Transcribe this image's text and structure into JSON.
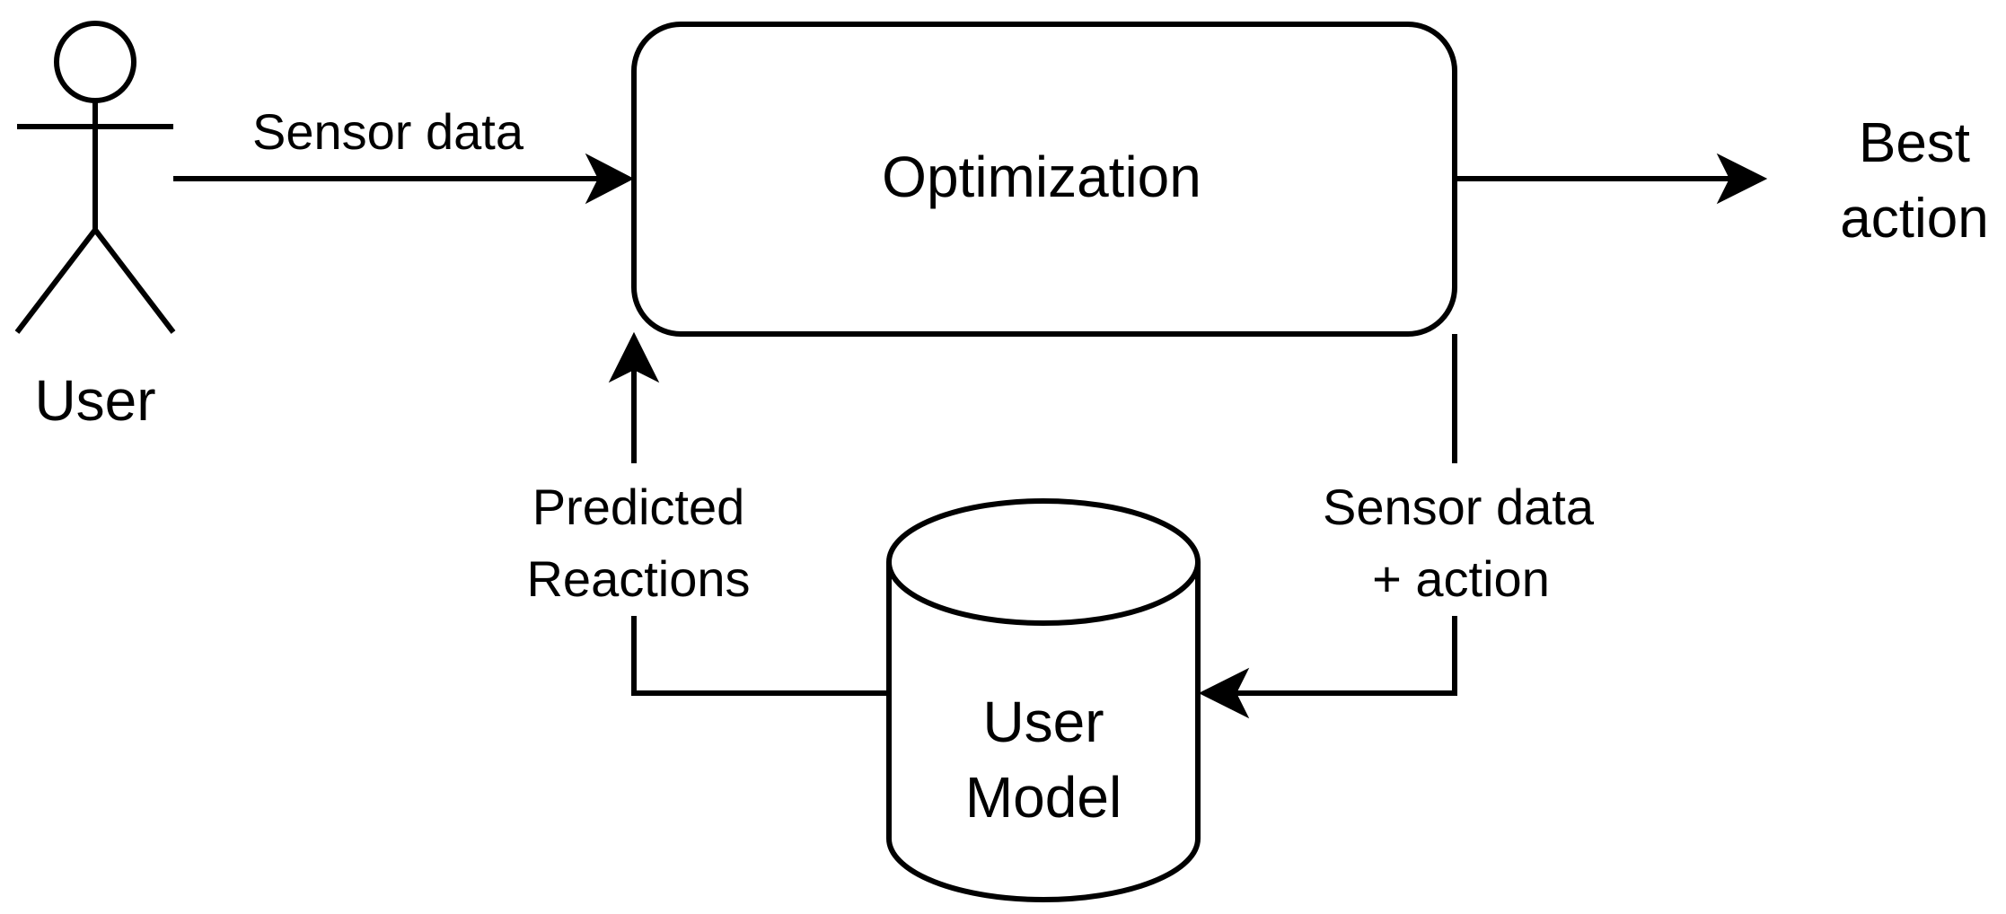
{
  "diagram": {
    "actor": {
      "label": "User"
    },
    "optimization": {
      "label": "Optimization"
    },
    "output": {
      "line1": "Best",
      "line2": "action"
    },
    "user_model": {
      "line1": "User",
      "line2": "Model"
    },
    "edges": {
      "sensor_data": "Sensor data",
      "predicted_line1": "Predicted",
      "predicted_line2": "Reactions",
      "sensor_action_line1": "Sensor data",
      "sensor_action_line2": "+ action"
    }
  }
}
